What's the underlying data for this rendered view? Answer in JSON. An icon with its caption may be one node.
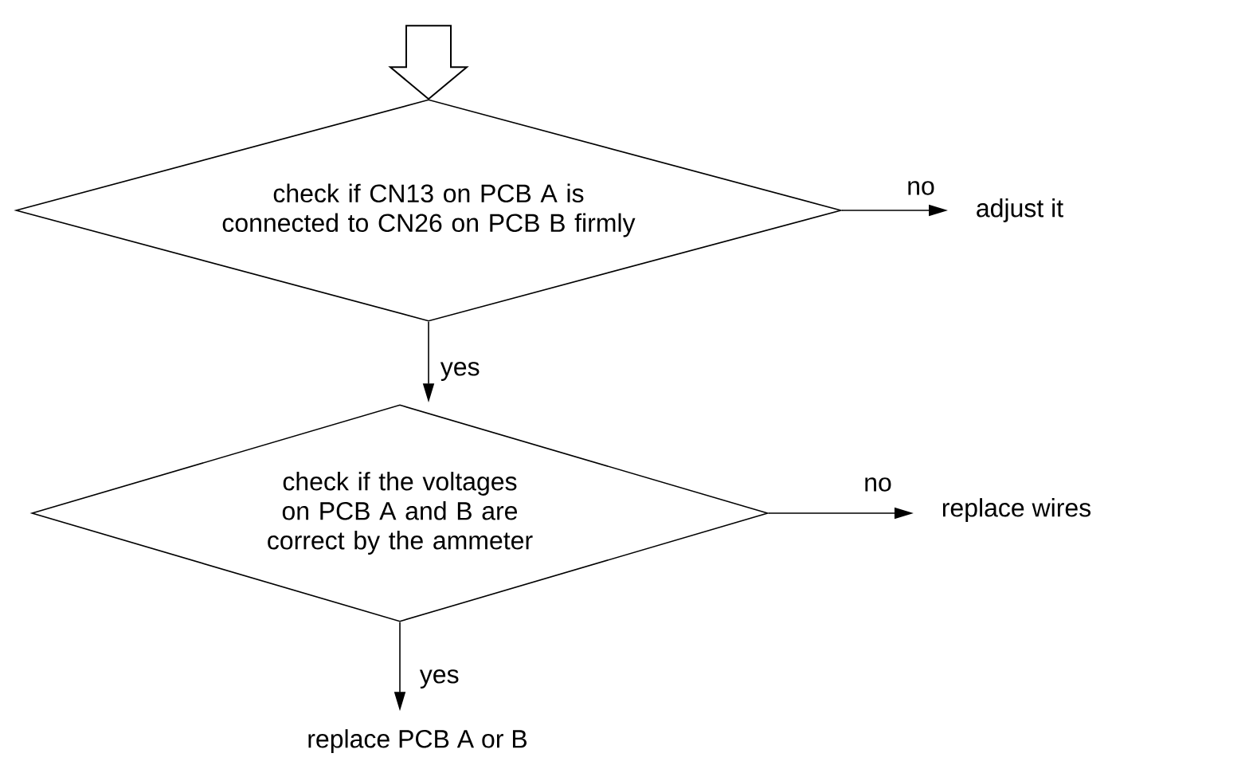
{
  "diagram": {
    "nodes": [
      {
        "text": [
          "check if CN13 on PCB A is connected to CN26 on PCB B firmly"
        ]
      },
      {
        "text": [
          "adjust it"
        ]
      },
      {
        "text": [
          "check if the voltages on PCB A and B are correct by the ammeter"
        ]
      },
      {
        "text": [
          "replace wires"
        ]
      },
      {
        "text": [
          "replace PCB A or B"
        ]
      }
    ],
    "edges": [
      {
        "from": null,
        "to": 0,
        "arrow": "to"
      },
      {
        "from": 0,
        "to": 1,
        "arrow": "to",
        "label": "no"
      },
      {
        "from": 0,
        "to": 2,
        "arrow": "to",
        "label": "yes"
      },
      {
        "from": 2,
        "to": 3,
        "arrow": "to",
        "label": "no"
      },
      {
        "from": 2,
        "to": 4,
        "arrow": "to",
        "label": "yes"
      }
    ]
  }
}
